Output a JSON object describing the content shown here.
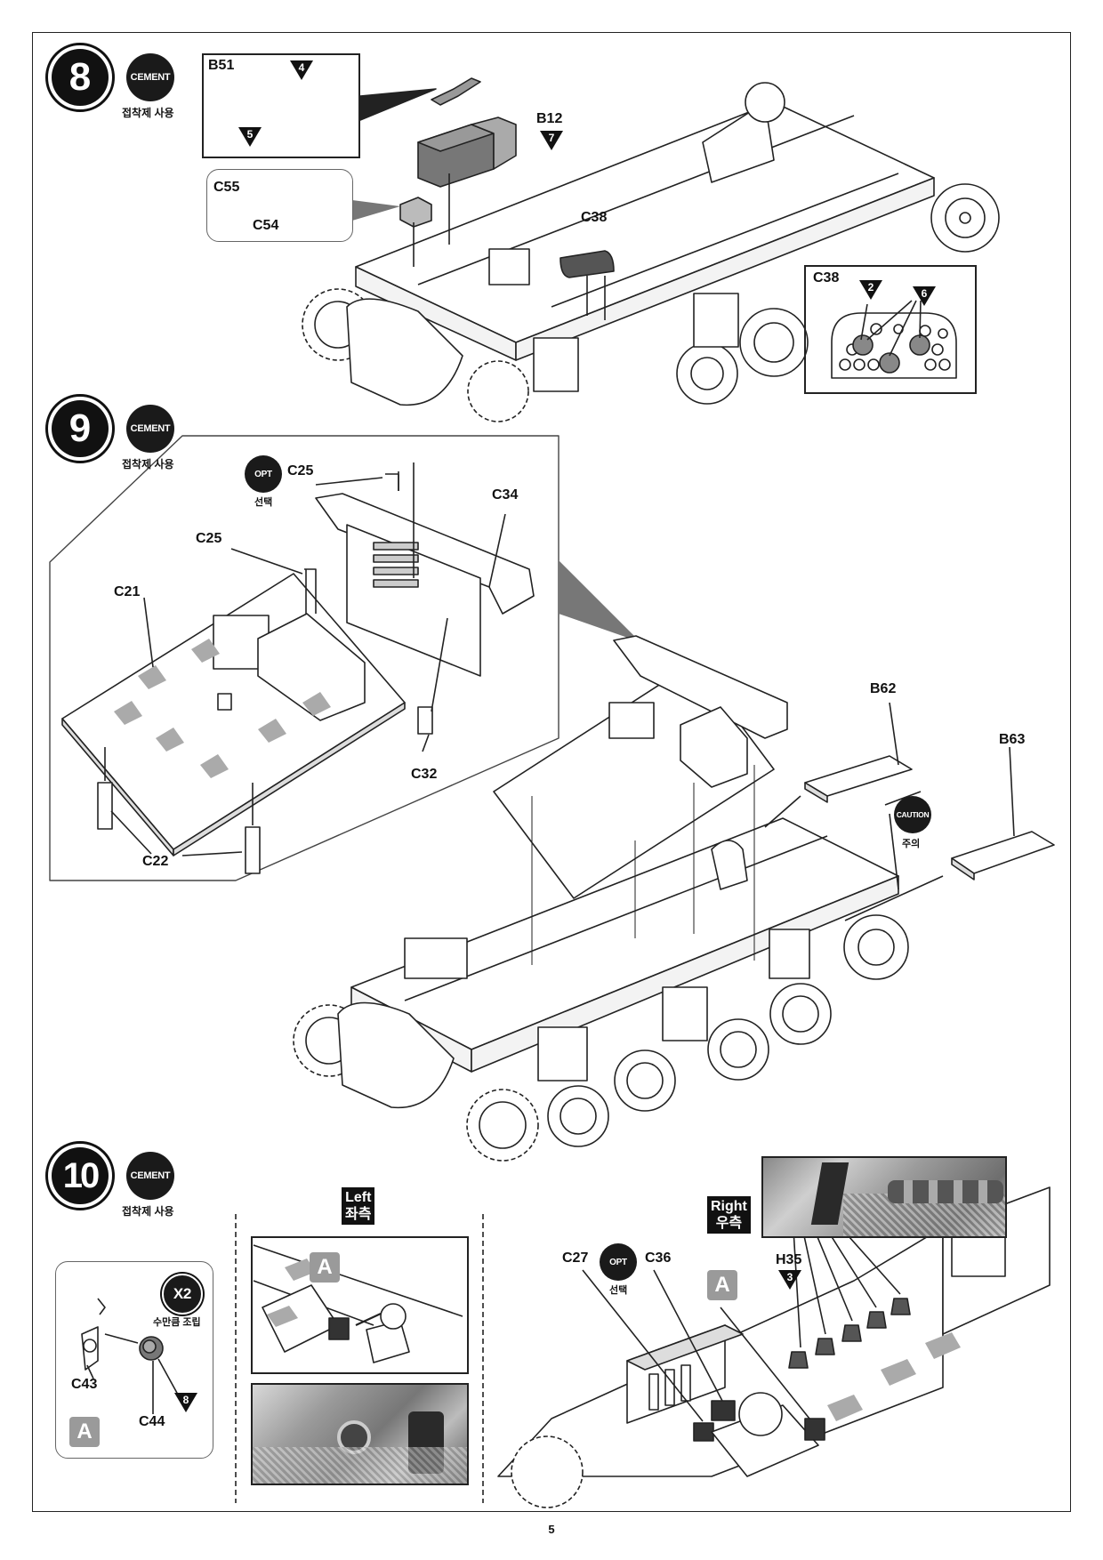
{
  "page_number": "5",
  "cement_badge": "CEMENT",
  "cement_caption": "접착제 사용",
  "opt_badge": "OPT",
  "opt_caption": "선택",
  "caution_badge": "CAUTION",
  "caution_caption": "주의",
  "step8": {
    "number": "8",
    "labels": {
      "b51": "B51",
      "b12": "B12",
      "c55": "C55",
      "c54": "C54",
      "c38": "C38",
      "c38_detail": "C38"
    },
    "paint_refs": {
      "b51_a": "4",
      "b51_b": "5",
      "b12": "7",
      "c38_a": "2",
      "c38_b": "6"
    }
  },
  "step9": {
    "number": "9",
    "labels": {
      "c25_a": "C25",
      "c25_b": "C25",
      "c34": "C34",
      "c21": "C21",
      "c32": "C32",
      "c22": "C22",
      "b62": "B62",
      "b63": "B63"
    }
  },
  "step10": {
    "number": "10",
    "left_label_en": "Left",
    "left_label_ko": "좌측",
    "right_label_en": "Right",
    "right_label_ko": "우측",
    "x2_badge": "X2",
    "x2_caption": "수만큼 조립",
    "labels": {
      "c43": "C43",
      "c44": "C44",
      "c27": "C27",
      "c36": "C36",
      "h35": "H35"
    },
    "paint_refs": {
      "c44": "8",
      "h35": "3"
    },
    "assembly_marker": "A"
  }
}
